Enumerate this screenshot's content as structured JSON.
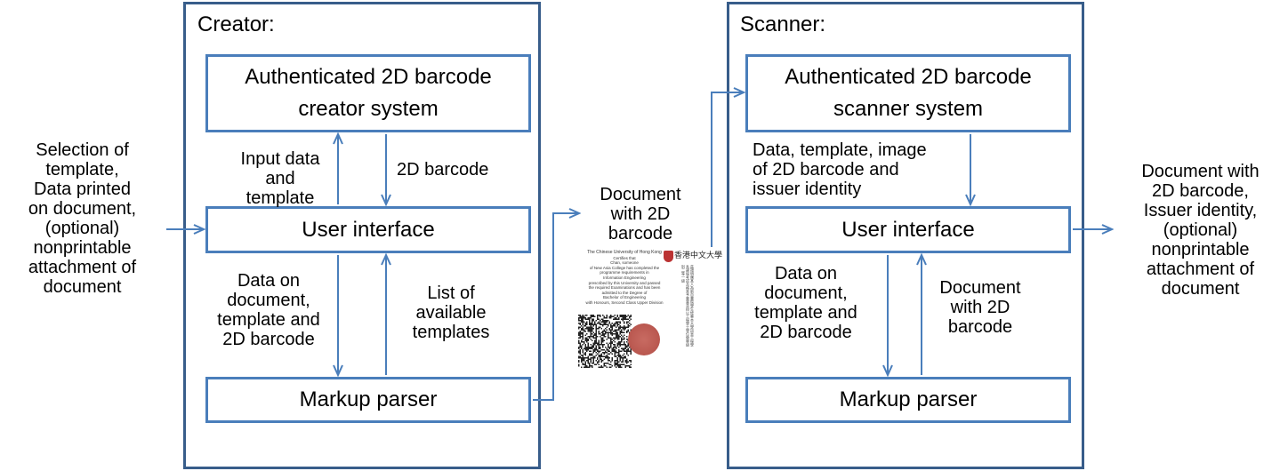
{
  "creator": {
    "title": "Creator:",
    "system_box": {
      "line1": "Authenticated 2D barcode",
      "line2": "creator system"
    },
    "ui_box": "User interface",
    "parser_box": "Markup parser",
    "arrow_ui_to_system": [
      "Input data",
      "and",
      "template"
    ],
    "arrow_system_to_ui": "2D barcode",
    "arrow_ui_to_parser": [
      "Data on",
      "document,",
      "template and",
      "2D barcode"
    ],
    "arrow_parser_to_ui": [
      "List of",
      "available",
      "templates"
    ]
  },
  "scanner": {
    "title": "Scanner:",
    "system_box": {
      "line1": "Authenticated 2D barcode",
      "line2": "scanner system"
    },
    "ui_box": "User interface",
    "parser_box": "Markup parser",
    "arrow_system_to_ui": [
      "Data, template, image",
      "of 2D barcode and",
      "issuer identity"
    ],
    "arrow_ui_to_parser": [
      "Data on",
      "document,",
      "template and",
      "2D barcode"
    ],
    "arrow_parser_to_ui": [
      "Document",
      "with 2D",
      "barcode"
    ]
  },
  "input_label": [
    "Selection of",
    "template,",
    "Data printed",
    "on document,",
    "(optional)",
    "nonprintable",
    "attachment of",
    "document"
  ],
  "middle_label": [
    "Document",
    "with 2D",
    "barcode"
  ],
  "output_label": [
    "Document with",
    "2D barcode,",
    "Issuer identity,",
    "(optional)",
    "nonprintable",
    "attachment of",
    "document"
  ],
  "document_image": {
    "english_lines": [
      "The Chinese University of Hong Kong",
      "Certifies that",
      "Chan, someone",
      "of New Asia College has completed the",
      "programme requirements in",
      "Information Engineering",
      "prescribed by this University and passed",
      "the required Examinations and has been",
      "admitted to the Degree of",
      "Bachelor of Engineering",
      "with Honours, Second Class Upper Division"
    ],
    "chinese_title": "香港中文大學",
    "chinese_cols": "茲證明陳某人為新亞書院學生修畢本大學訊息工程學系課程考試及格准予畢業並授以工程學士學位榮譽級別二等一級"
  },
  "colors": {
    "frame": "#385d8a",
    "box": "#4a7ebb",
    "arrow": "#4a7ebb",
    "stamp": "#b9574f"
  }
}
